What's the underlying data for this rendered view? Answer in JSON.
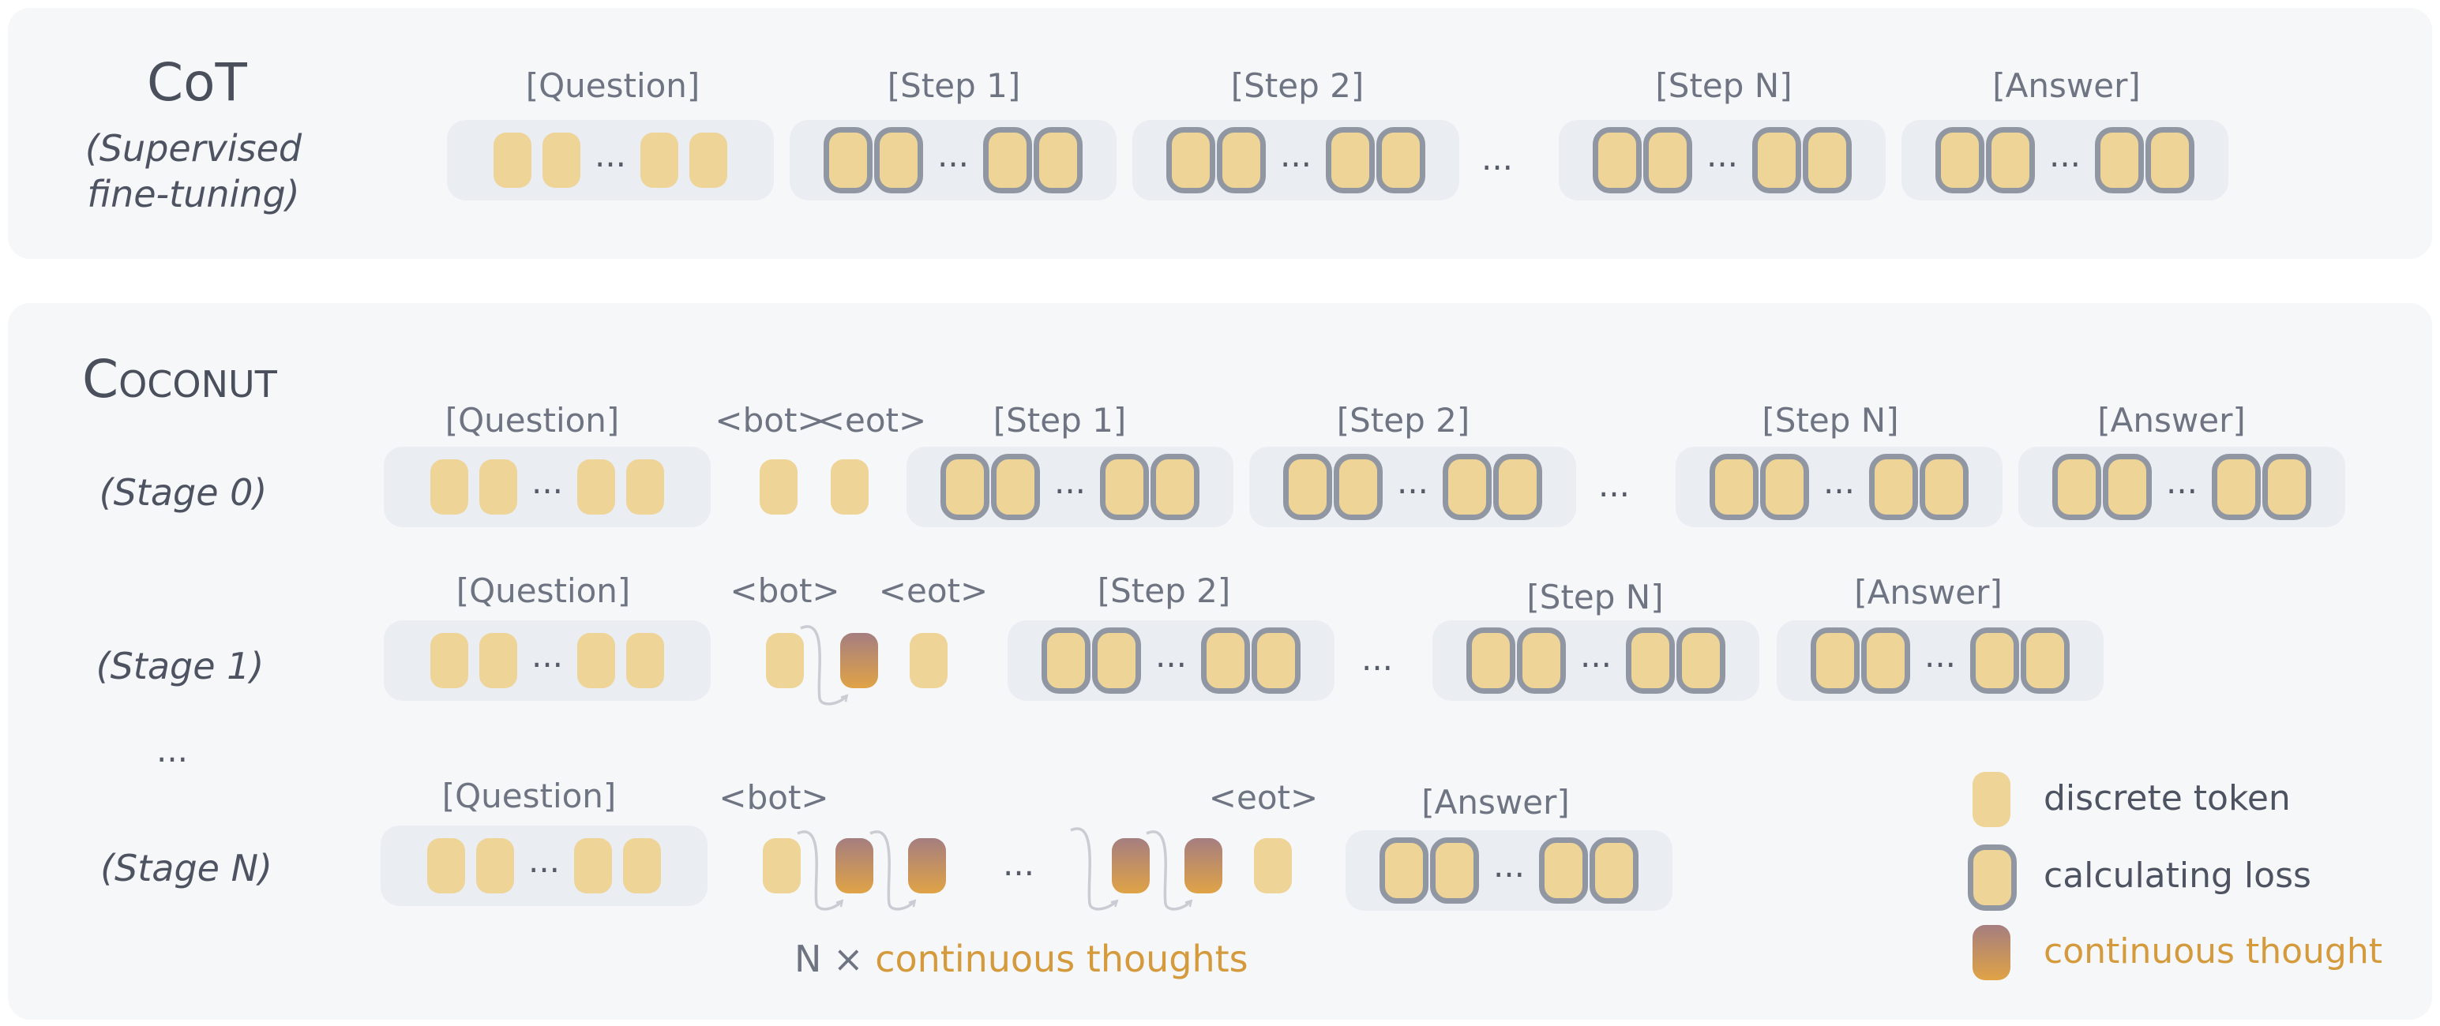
{
  "cot": {
    "title": "CoT",
    "subtitle_line1": "(Supervised",
    "subtitle_line2": "fine-tuning)",
    "labels": [
      "[Question]",
      "[Step 1]",
      "[Step 2]",
      "[Step N]",
      "[Answer]"
    ],
    "ellipsis": "..."
  },
  "coconut": {
    "title": "Coconut",
    "stages": [
      {
        "name": "(Stage 0)",
        "labels": {
          "question": "[Question]",
          "bot": "<bot>",
          "eot": "<eot>",
          "step1": "[Step 1]",
          "step2": "[Step 2]",
          "stepN": "[Step N]",
          "answer": "[Answer]"
        }
      },
      {
        "name": "(Stage 1)",
        "labels": {
          "question": "[Question]",
          "bot": "<bot>",
          "eot": "<eot>",
          "step2": "[Step 2]",
          "stepN": "[Step N]",
          "answer": "[Answer]"
        }
      },
      {
        "name": "(Stage N)",
        "labels": {
          "question": "[Question]",
          "bot": "<bot>",
          "eot": "<eot>",
          "answer": "[Answer]"
        }
      }
    ],
    "stage_ellipsis": "...",
    "ellipsis": "...",
    "thoughts_note": {
      "prefix": "N ×",
      "text": "continuous thoughts"
    }
  },
  "legend": {
    "discrete": "discrete token",
    "loss": "calculating loss",
    "continuous": "continuous thought"
  },
  "colors": {
    "token": "#eed497",
    "loss_border": "#9097a3",
    "continuous_top": "#a57e80",
    "continuous_bottom": "#e0a346",
    "accent_text": "#d49a3c",
    "panel_bg": "#f6f7f9",
    "group_bg": "#eaedf2"
  }
}
